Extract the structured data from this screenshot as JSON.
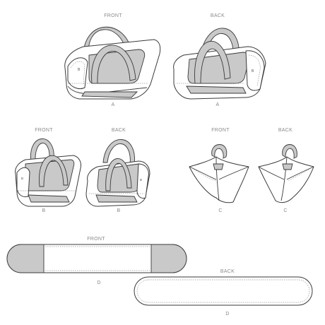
{
  "views": [
    {
      "id": "a-front",
      "view_label": "FRONT",
      "style_label": "A"
    },
    {
      "id": "a-back",
      "view_label": "BACK",
      "style_label": "A"
    },
    {
      "id": "b-front",
      "view_label": "FRONT",
      "style_label": "B"
    },
    {
      "id": "b-back",
      "view_label": "BACK",
      "style_label": "B"
    },
    {
      "id": "c-front",
      "view_label": "FRONT",
      "style_label": "C"
    },
    {
      "id": "c-back",
      "view_label": "BACK",
      "style_label": "C"
    },
    {
      "id": "d-front",
      "view_label": "FRONT",
      "style_label": "D"
    },
    {
      "id": "d-back",
      "view_label": "BACK",
      "style_label": "D"
    }
  ],
  "colors": {
    "outline": "#3a3a3a",
    "panel": "#c9c9c9",
    "label": "#8a8a8a"
  },
  "icons": [
    "duffel-bag-icon",
    "large-duffel-bag-icon",
    "medium-duffel-bag-icon",
    "triangle-bag-icon",
    "strap-pad-icon"
  ]
}
